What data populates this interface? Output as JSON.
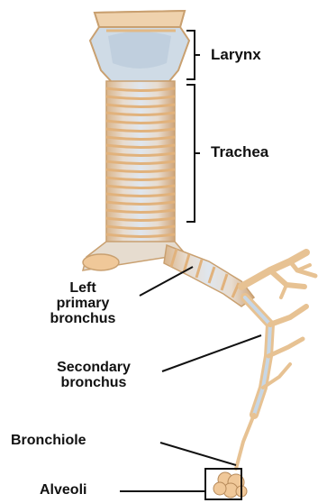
{
  "labels": {
    "larynx": "Larynx",
    "trachea": "Trachea",
    "left_primary_bronchus_1": "Left",
    "left_primary_bronchus_2": "primary",
    "left_primary_bronchus_3": "bronchus",
    "secondary_bronchus_1": "Secondary",
    "secondary_bronchus_2": "bronchus",
    "bronchiole": "Bronchiole",
    "alveoli": "Alveoli"
  },
  "colors": {
    "tissue_tan": "#e9b87e",
    "cartilage_blue": "#c7d7e6",
    "outline": "#b78a5a",
    "label_text": "#111111"
  }
}
